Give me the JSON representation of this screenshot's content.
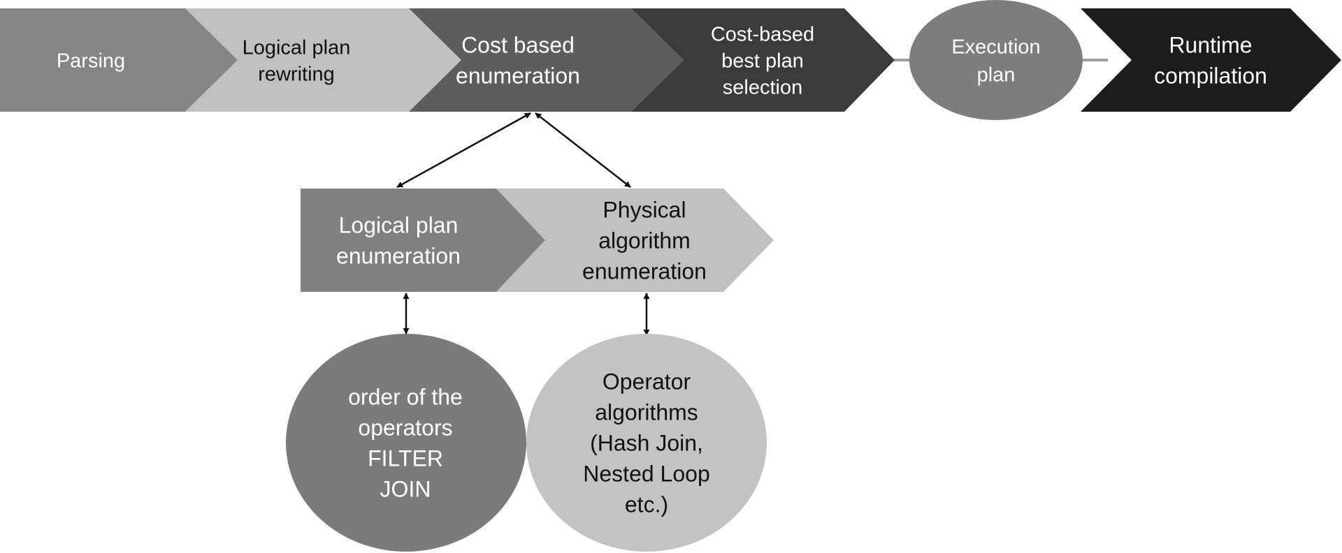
{
  "pipeline": {
    "stage_parsing": [
      "Parsing"
    ],
    "stage_logical_rewrite": [
      "Logical plan",
      "rewriting"
    ],
    "stage_cost_enum": [
      "Cost based",
      "enumeration"
    ],
    "stage_best_plan": [
      "Cost-based",
      "best plan",
      "selection"
    ],
    "stage_execution_plan": [
      "Execution",
      "plan"
    ],
    "stage_runtime_compilation": [
      "Runtime",
      "compilation"
    ]
  },
  "enumeration": {
    "logical_plan_enumeration": [
      "Logical plan",
      "enumeration"
    ],
    "physical_algorithm_enumeration": [
      "Physical",
      "algorithm",
      "enumeration"
    ]
  },
  "details": {
    "operator_order": [
      "order of the",
      "operators",
      "FILTER",
      "JOIN"
    ],
    "operator_algorithms": [
      "Operator",
      "algorithms",
      "(Hash Join,",
      "Nested Loop",
      "etc.)"
    ]
  },
  "colors": {
    "parsing": "#858585",
    "logical_rewrite": "#c0c0c0",
    "cost_enum": "#5d5d5d",
    "best_plan": "#3b3b3b",
    "execution_plan": "#7d7d7d",
    "runtime_compilation": "#1c1c1c",
    "logical_enum": "#808080",
    "physical_enum": "#c0c0c0",
    "operator_order": "#7b7b7b",
    "operator_algorithms": "#c3c3c3",
    "connector": "#9e9e9e",
    "arrow": "#111111",
    "text_light": "#ffffff",
    "text_dark": "#111111"
  }
}
